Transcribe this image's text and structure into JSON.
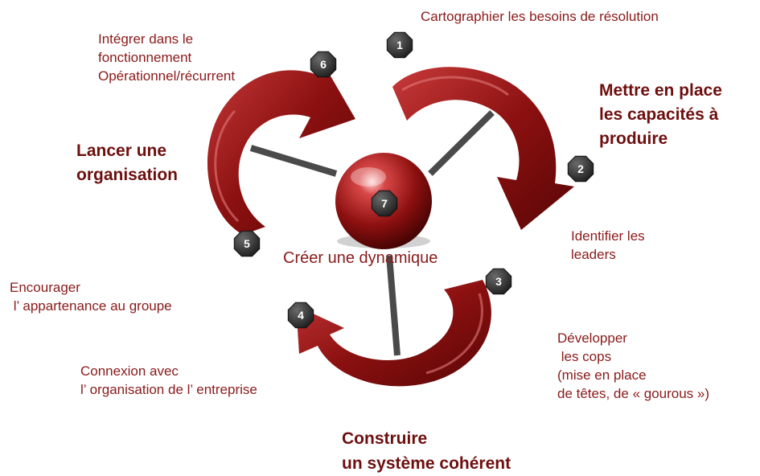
{
  "diagram": {
    "center": {
      "number": "7",
      "label": "Créer une dynamique"
    },
    "badges": [
      "1",
      "2",
      "3",
      "4",
      "5",
      "6"
    ],
    "headings": {
      "produce": "Mettre en place\nles capacités à\nproduire",
      "organise": "Lancer une\norganisation",
      "build": "Construire\nun système cohérent"
    },
    "labels": {
      "step1": "Cartographier les besoins de résolution",
      "step2": "Identifier les\nleaders",
      "step3": "Développer\n les cops\n(mise en place\nde têtes, de « gourous »)",
      "step4a": "Encourager\n l’ appartenance au groupe",
      "step4b": "Connexion avec\nl’ organisation de l’ entreprise",
      "step6": "Intégrer dans le\nfonctionnement\nOpérationnel/récurrent"
    },
    "colors": {
      "arrow": "#8b1010",
      "text": "#8a1a1a",
      "heading": "#6e0f0f",
      "badge": "#2a2a2a"
    }
  }
}
